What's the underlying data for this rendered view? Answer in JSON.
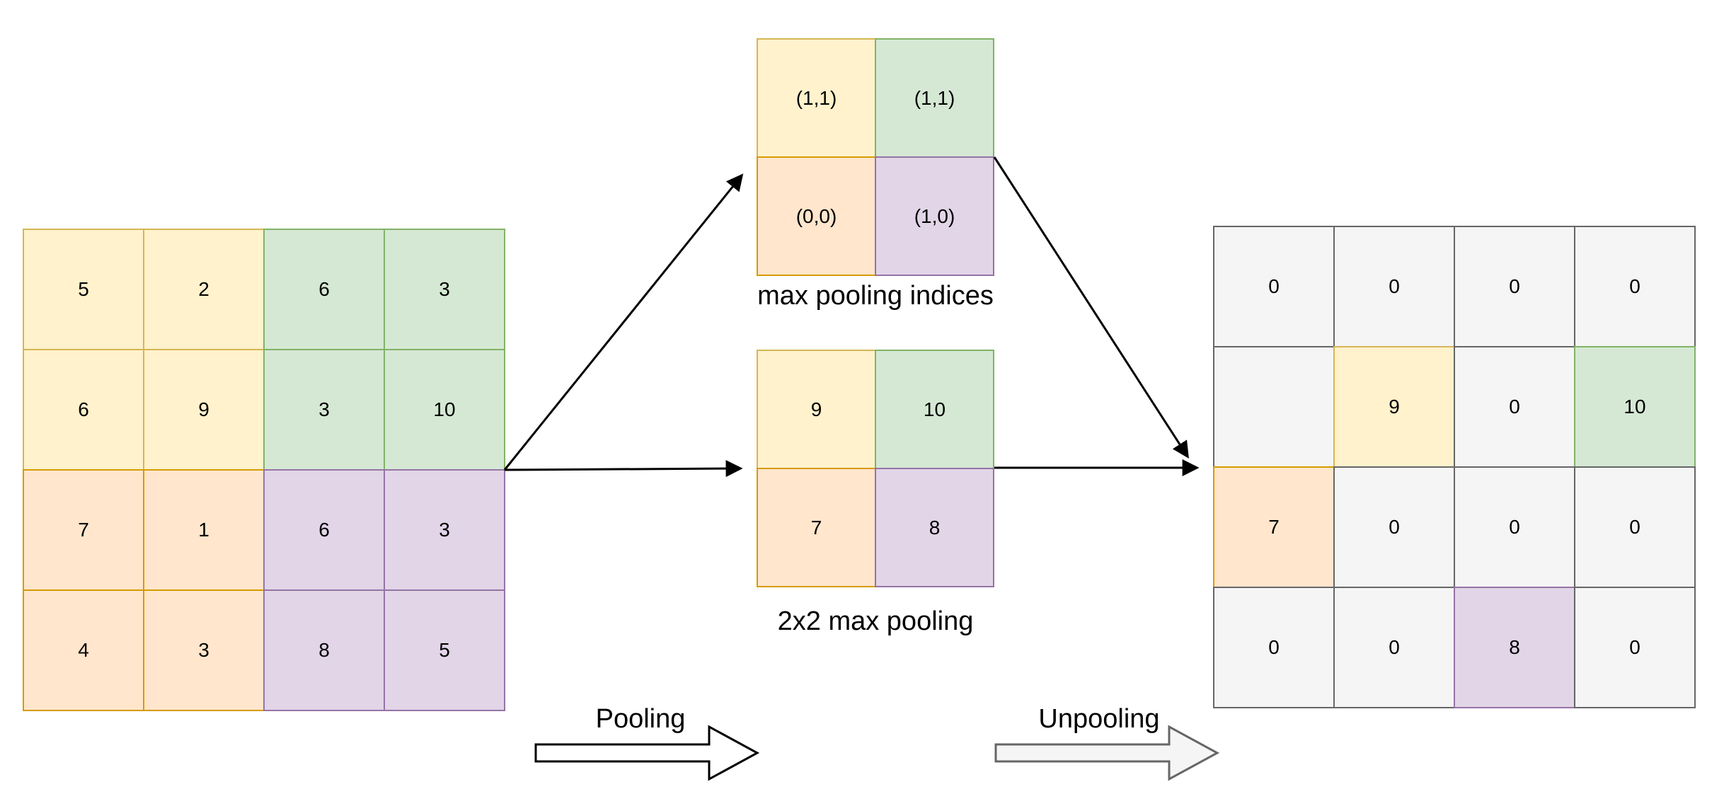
{
  "colors": {
    "yellow": {
      "fill": "#FFF2CC",
      "stroke": "#D6B656"
    },
    "green": {
      "fill": "#D5E8D4",
      "stroke": "#82B366"
    },
    "orange": {
      "fill": "#FFE6CC",
      "stroke": "#D79B00"
    },
    "purple": {
      "fill": "#E1D5E7",
      "stroke": "#9673A6"
    },
    "gray": {
      "fill": "#F5F5F5",
      "stroke": "#666666"
    },
    "pooling_arrow_fill": "#FFFFFF",
    "pooling_arrow_stroke": "#000000",
    "unpooling_arrow_fill": "#F5F5F5",
    "unpooling_arrow_stroke": "#666666"
  },
  "input_matrix": {
    "cells": [
      {
        "v": "5",
        "c": "yellow"
      },
      {
        "v": "2",
        "c": "yellow"
      },
      {
        "v": "6",
        "c": "green"
      },
      {
        "v": "3",
        "c": "green"
      },
      {
        "v": "6",
        "c": "yellow"
      },
      {
        "v": "9",
        "c": "yellow"
      },
      {
        "v": "3",
        "c": "green"
      },
      {
        "v": "10",
        "c": "green"
      },
      {
        "v": "7",
        "c": "orange"
      },
      {
        "v": "1",
        "c": "orange"
      },
      {
        "v": "6",
        "c": "purple"
      },
      {
        "v": "3",
        "c": "purple"
      },
      {
        "v": "4",
        "c": "orange"
      },
      {
        "v": "3",
        "c": "orange"
      },
      {
        "v": "8",
        "c": "purple"
      },
      {
        "v": "5",
        "c": "purple"
      }
    ]
  },
  "indices_matrix": {
    "label": "max pooling indices",
    "cells": [
      {
        "v": "(1,1)",
        "c": "yellow"
      },
      {
        "v": "(1,1)",
        "c": "green"
      },
      {
        "v": "(0,0)",
        "c": "orange"
      },
      {
        "v": "(1,0)",
        "c": "purple"
      }
    ]
  },
  "pooled_matrix": {
    "label": "2x2 max pooling",
    "cells": [
      {
        "v": "9",
        "c": "yellow"
      },
      {
        "v": "10",
        "c": "green"
      },
      {
        "v": "7",
        "c": "orange"
      },
      {
        "v": "8",
        "c": "purple"
      }
    ]
  },
  "output_matrix": {
    "cells": [
      {
        "v": "0",
        "c": "gray"
      },
      {
        "v": "0",
        "c": "gray"
      },
      {
        "v": "0",
        "c": "gray"
      },
      {
        "v": "0",
        "c": "gray"
      },
      {
        "v": "",
        "c": "gray"
      },
      {
        "v": "9",
        "c": "yellow"
      },
      {
        "v": "0",
        "c": "gray"
      },
      {
        "v": "10",
        "c": "green"
      },
      {
        "v": "7",
        "c": "orange"
      },
      {
        "v": "0",
        "c": "gray"
      },
      {
        "v": "0",
        "c": "gray"
      },
      {
        "v": "0",
        "c": "gray"
      },
      {
        "v": "0",
        "c": "gray"
      },
      {
        "v": "0",
        "c": "gray"
      },
      {
        "v": "8",
        "c": "purple"
      },
      {
        "v": "0",
        "c": "gray"
      }
    ]
  },
  "flow": {
    "pooling_label": "Pooling",
    "unpooling_label": "Unpooling"
  }
}
